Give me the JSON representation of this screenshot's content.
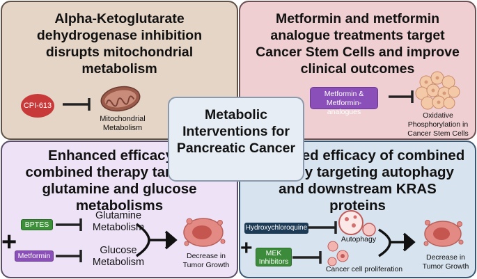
{
  "panels": {
    "akg": {
      "title": "Alpha-Ketoglutarate dehydrogenase inhibition disrupts mitochondrial metabolism",
      "drug": "CPI-613",
      "target": "Mitochondrial Metabolism"
    },
    "metformin": {
      "title": "Metformin and metformin analogue treatments target Cancer Stem Cells and improve clinical outcomes",
      "drug": "Metformin & Metformin-analogues",
      "target": "Oxidative Phosphorylation in Cancer Stem Cells"
    },
    "glutamine": {
      "title": "Enhanced efficacy of combined therapy targeting glutamine and glucose metabolisms",
      "drug1": "BPTES",
      "target1": "Glutamine Metabolism",
      "drug2": "Metformin",
      "target2": "Glucose Metabolism",
      "outcome": "Decrease in Tumor Growth"
    },
    "autophagy": {
      "title": "Enhanced efficacy of combined therapy targeting autophagy and downstream KRAS proteins",
      "drug1": "Hydroxychloroquine",
      "target1": "Autophagy",
      "drug2": "MEK Inhibitors",
      "target2": "Cancer cell proliferation",
      "outcome": "Decrease in Tumor Growth"
    }
  },
  "center": {
    "title": "Metabolic Interventions for Pancreatic Cancer"
  },
  "plus_sign": "+",
  "colors": {
    "cpi": "#c83a3a",
    "metformin_purple": "#8a4fb8",
    "bptes_green": "#3d8f3a",
    "hcq_navy": "#1d3b55",
    "mek_green": "#3c8b3a",
    "tumor": "#e48a84"
  },
  "icons": [
    "mitochondria-icon",
    "cancer-stem-cells-icon",
    "tumor-icon",
    "autophagy-icon",
    "cell-proliferation-icon"
  ]
}
